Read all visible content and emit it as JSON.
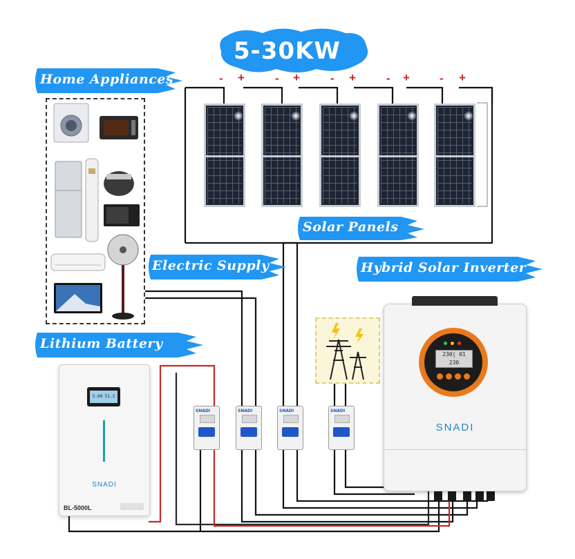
{
  "labels": {
    "capacity": "5-30KW",
    "home_appliances": "Home Appliances",
    "solar_panels": "Solar Panels",
    "electric_supply": "Electric Supply",
    "hybrid_inverter": "Hybrid Solar Inverter",
    "lithium_battery": "Lithium Battery"
  },
  "panel_polarity": [
    "-",
    "+",
    "-",
    "+",
    "-",
    "+",
    "-",
    "+",
    "-",
    "+"
  ],
  "inverter": {
    "brand": "SNADI",
    "display": "230| 01 230"
  },
  "battery": {
    "brand": "SNADI",
    "model": "BL-5000L",
    "display": "5.00 51.2"
  },
  "colors": {
    "label_blue": "#2196f3",
    "wire_black": "#111111",
    "wire_red": "#c62828",
    "breaker_blue": "#1f57c8",
    "inverter_orange": "#e87a1c",
    "battery_teal": "#12a3a0"
  },
  "icons": [
    "washing-machine-icon",
    "toaster-oven-icon",
    "refrigerator-icon",
    "tower-ac-icon",
    "rice-cooker-icon",
    "microwave-icon",
    "split-ac-icon",
    "standing-fan-icon",
    "television-icon",
    "power-tower-icon"
  ]
}
